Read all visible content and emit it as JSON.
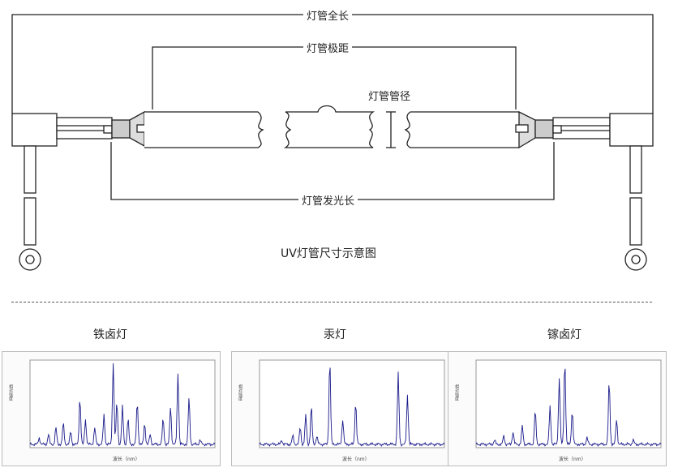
{
  "diagram": {
    "labels": {
      "overall_length": "灯管全长",
      "electrode_distance": "灯管极距",
      "tube_diameter": "灯管管径",
      "luminous_length": "灯管发光长"
    },
    "caption": "UV灯管尺寸示意图"
  },
  "spectra": [
    {
      "title": "铁卤灯",
      "xlabel": "波长（nm）",
      "ylabel": "相对强度"
    },
    {
      "title": "汞灯",
      "xlabel": "波长（nm）",
      "ylabel": "相对强度"
    },
    {
      "title": "镓卤灯",
      "xlabel": "波长（nm）",
      "ylabel": "相对强度"
    }
  ],
  "colors": {
    "line": "#222222",
    "electrode_fill": "#cccccc",
    "spectrum": "#1a1a8a"
  }
}
